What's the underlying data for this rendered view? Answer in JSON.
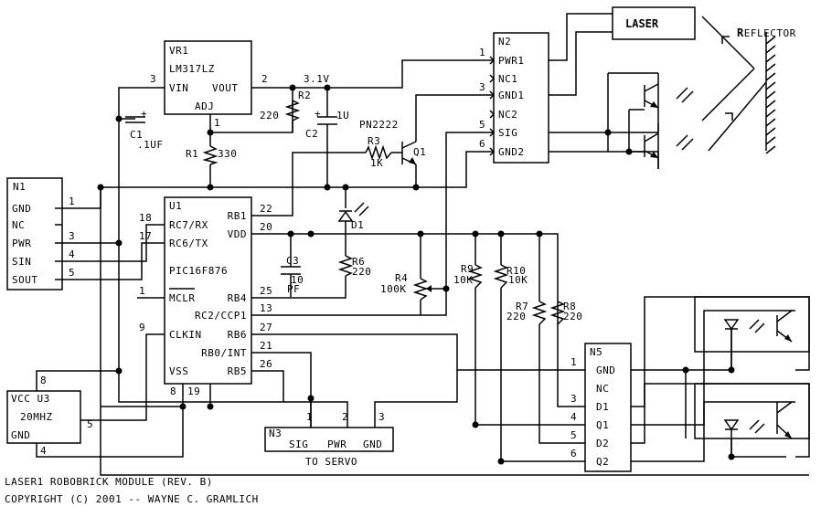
{
  "title_lines": [
    "LASER1 ROBOBRICK MODULE (REV. B)",
    "COPYRIGHT (C) 2001 -- WAYNE C. GRAMLICH"
  ],
  "vr1": {
    "ref": "VR1",
    "part": "LM317LZ",
    "vin": "VIN",
    "vout": "VOUT",
    "adj": "ADJ",
    "pin_vin": "3",
    "pin_vout": "2",
    "pin_adj": "1"
  },
  "net_3v1": "3.1V",
  "r2": {
    "ref": "R2",
    "value": "220"
  },
  "r1": {
    "ref": "R1",
    "value": "330"
  },
  "r3": {
    "ref": "R3",
    "value": "1K"
  },
  "r4": {
    "ref": "R4",
    "value": "100K"
  },
  "r6": {
    "ref": "R6",
    "value": "220"
  },
  "r7": {
    "ref": "R7",
    "value": "220"
  },
  "r8": {
    "ref": "R8",
    "value": "220"
  },
  "r9": {
    "ref": "R9",
    "value": "10K"
  },
  "r10": {
    "ref": "R10",
    "value": "10K"
  },
  "c1": {
    "ref": "C1",
    "value": ".1UF",
    "plus": "+"
  },
  "c2": {
    "ref": "C2",
    "value": "1U",
    "plus": "+"
  },
  "c3": {
    "ref": "C3",
    "value": "10",
    "unit": "PF"
  },
  "q1": {
    "ref": "Q1",
    "part": "PN2222"
  },
  "d1": {
    "ref": "D1"
  },
  "laser": "LASER",
  "reflector": {
    "first": "R",
    "rest": "EFLECTOR"
  },
  "n1": {
    "ref": "N1",
    "pins": [
      {
        "label": "GND",
        "num": "1"
      },
      {
        "label": "NC",
        "num": ""
      },
      {
        "label": "PWR",
        "num": "3"
      },
      {
        "label": "SIN",
        "num": "4"
      },
      {
        "label": "SOUT",
        "num": "5"
      }
    ]
  },
  "n2": {
    "ref": "N2",
    "pins": [
      {
        "label": "PWR1",
        "num": "1"
      },
      {
        "label": "NC1",
        "num": ""
      },
      {
        "label": "GND1",
        "num": "3"
      },
      {
        "label": "NC2",
        "num": ""
      },
      {
        "label": "SIG",
        "num": "5"
      },
      {
        "label": "GND2",
        "num": "6"
      }
    ]
  },
  "n3": {
    "ref": "N3",
    "pins": [
      {
        "label": "SIG",
        "num": "1"
      },
      {
        "label": "PWR",
        "num": "2"
      },
      {
        "label": "GND",
        "num": "3"
      }
    ],
    "caption": "TO SERVO"
  },
  "n5": {
    "ref": "N5",
    "pins": [
      {
        "label": "GND",
        "num": "1"
      },
      {
        "label": "NC",
        "num": ""
      },
      {
        "label": "D1",
        "num": "3"
      },
      {
        "label": "Q1",
        "num": "4"
      },
      {
        "label": "D2",
        "num": "5"
      },
      {
        "label": "Q2",
        "num": "6"
      }
    ]
  },
  "u1": {
    "ref": "U1",
    "part": "PIC16F876",
    "left": [
      {
        "label": "RC7/RX",
        "num": "18"
      },
      {
        "label": "RC6/TX",
        "num": "17"
      },
      {
        "label": "MCLR",
        "num": "1"
      },
      {
        "label": "CLKIN",
        "num": "9"
      },
      {
        "label": "VSS",
        "num": ""
      }
    ],
    "right": [
      {
        "label": "RB1",
        "num": "22"
      },
      {
        "label": "VDD",
        "num": "20"
      },
      {
        "label": "RB4",
        "num": "25"
      },
      {
        "label": "RC2/CCP1",
        "num": "13"
      },
      {
        "label": "RB6",
        "num": "27"
      },
      {
        "label": "RB0/INT",
        "num": "21"
      },
      {
        "label": "RB5",
        "num": "26"
      }
    ],
    "bottom": [
      "8",
      "19"
    ]
  },
  "u3": {
    "ref": "VCC U3",
    "freq": "20MHZ",
    "gnd": "GND",
    "pin_vcc": "8",
    "pin_out": "5",
    "pin_gnd": "4"
  }
}
